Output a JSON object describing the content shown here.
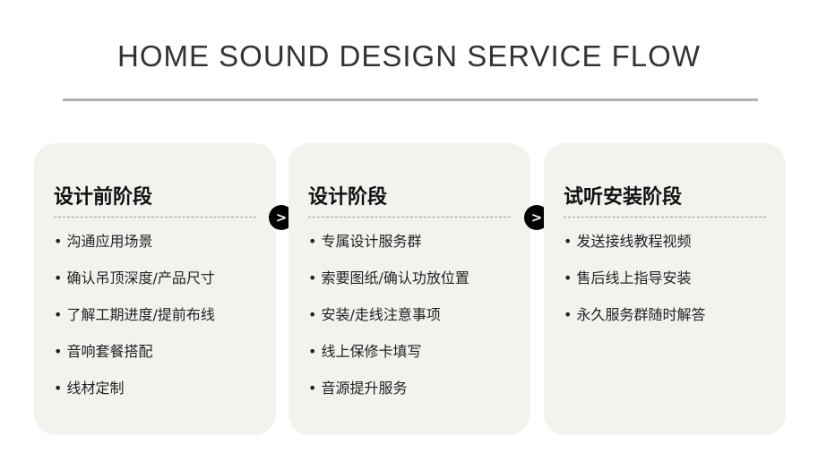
{
  "title": "HOME SOUND DESIGN SERVICE FLOW",
  "stages": [
    {
      "name": "设计前阶段",
      "items": [
        "沟通应用场景",
        "确认吊顶深度/产品尺寸",
        "了解工期进度/提前布线",
        "音响套餐搭配",
        "线材定制"
      ]
    },
    {
      "name": "设计阶段",
      "items": [
        "专属设计服务群",
        "索要图纸/确认功放位置",
        "安装/走线注意事项",
        "线上保修卡填写",
        "音源提升服务"
      ]
    },
    {
      "name": "试听安装阶段",
      "items": [
        "发送接线教程视频",
        "售后线上指导安装",
        "永久服务群随时解答"
      ]
    }
  ],
  "arrow_glyph": ">"
}
